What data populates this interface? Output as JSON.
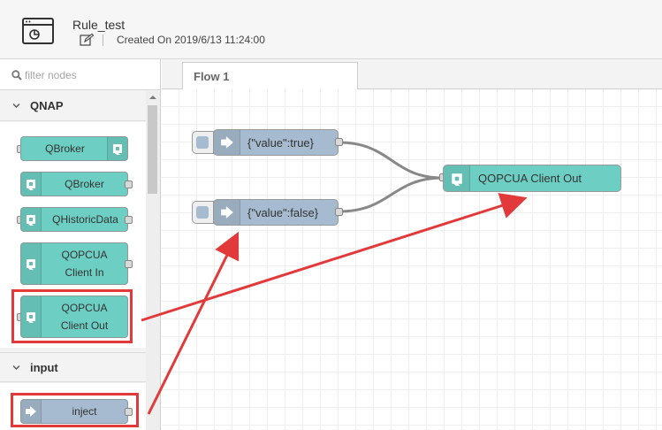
{
  "header": {
    "title": "Rule_test",
    "created": "Created On 2019/6/13 11:24:00"
  },
  "palette": {
    "filter_placeholder": "filter nodes",
    "categories": [
      {
        "label": "QNAP",
        "nodes": [
          {
            "label": "QBroker"
          },
          {
            "label": "QBroker"
          },
          {
            "label": "QHistoricData"
          },
          {
            "label_lines": [
              "QOPCUA",
              "Client In"
            ]
          },
          {
            "label_lines": [
              "QOPCUA",
              "Client Out"
            ]
          }
        ]
      },
      {
        "label": "input",
        "nodes": [
          {
            "label": "inject"
          }
        ]
      }
    ]
  },
  "tabs": [
    {
      "label": "Flow 1"
    }
  ],
  "flow": {
    "nodes": [
      {
        "label": "{\"value\":true}"
      },
      {
        "label": "{\"value\":false}"
      },
      {
        "label": "QOPCUA Client Out"
      }
    ]
  },
  "colors": {
    "qnap_node": "#6dcfc3",
    "inject_node": "#a6bbcf",
    "annotation": "#e23a3a"
  }
}
